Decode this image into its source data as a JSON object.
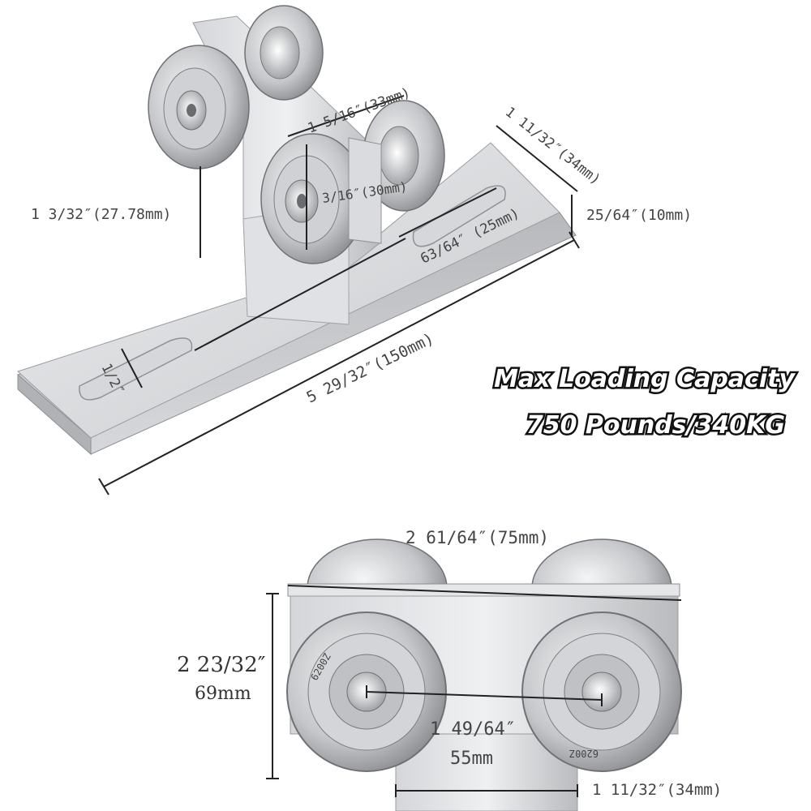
{
  "capacity": {
    "line1": "Max Loading Capacity",
    "line2": "750 Pounds/340KG"
  },
  "top_view": {
    "height_roller": "1 3/32″(27.78mm)",
    "plate_length": "5 29/32″(150mm)",
    "slot_width": "1/2″",
    "upper_spacing": "1 5/16″(33mm)",
    "wheel_diameter": "3/16″(30mm)",
    "plate_width": "1 11/32″(34mm)",
    "plate_thickness": "25/64″(10mm)",
    "slot_length": "63/64″ (25mm)"
  },
  "front_view": {
    "overall_width": "2 61/64″(75mm)",
    "overall_height_in": "2 23/32″",
    "overall_height_mm": "69mm",
    "wheel_center_in": "1 49/64″",
    "wheel_center_mm": "55mm",
    "stem_width": "1 11/32″(34mm)",
    "bearing_marking": "6200Z"
  },
  "colors": {
    "metal_light": "#e8e9eb",
    "metal_mid": "#bfc1c4",
    "metal_dark": "#8d8f93",
    "dimension_line": "#222222"
  }
}
